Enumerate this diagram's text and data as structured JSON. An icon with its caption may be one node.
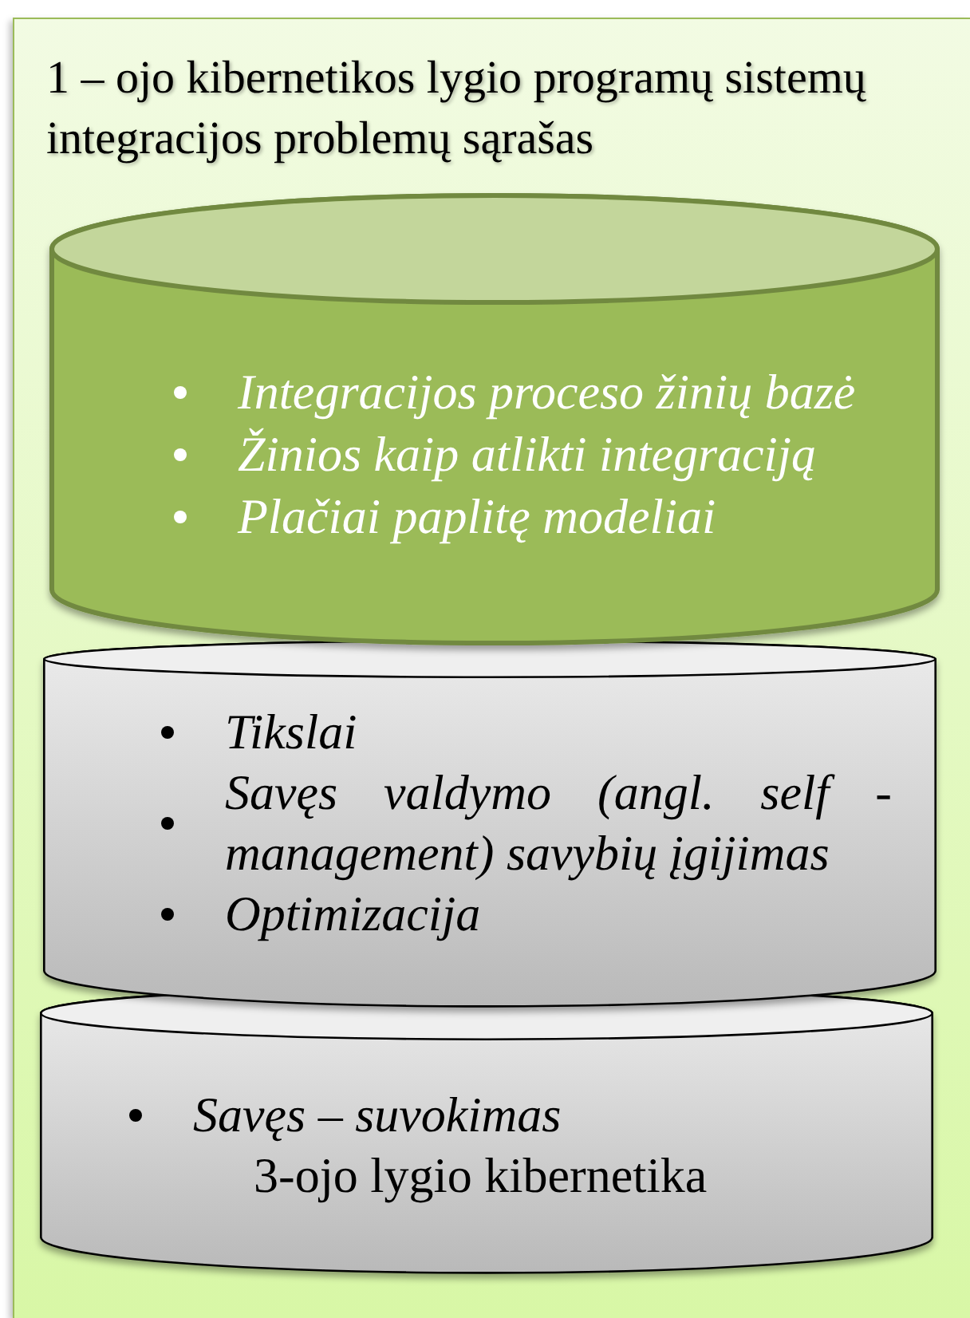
{
  "diagram": {
    "nodes": [
      {
        "text": [
          "1 – ojo kibernetikos lygio programų sistemų integracijos problemų sąrašas"
        ]
      },
      {
        "text": [
          "Integracijos proceso žinių bazė",
          "Žinios kaip atlikti integraciją",
          "Plačiai paplitę modeliai"
        ],
        "in": 0
      },
      {
        "text": [
          "Tikslai",
          "Savęs valdymo (angl. self - management) savybių įgijimas",
          "Optimizacija"
        ],
        "in": 0
      },
      {
        "text": [
          "Savęs – suvokimas",
          "3-ojo lygio kibernetika"
        ],
        "in": 0
      }
    ]
  }
}
